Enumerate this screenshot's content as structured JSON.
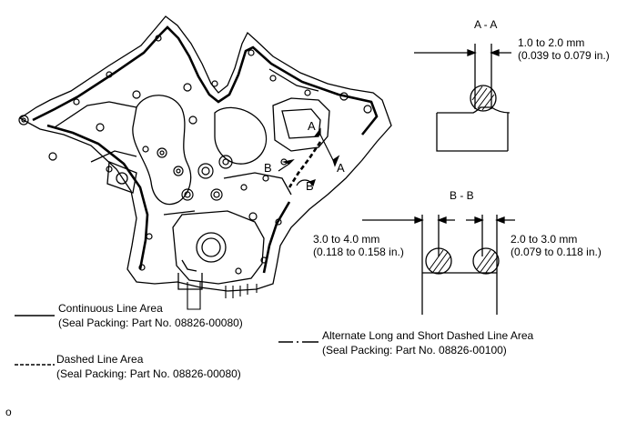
{
  "section_aa": {
    "title": "A - A",
    "dim_mm": "1.0 to 2.0 mm",
    "dim_in": "(0.039 to 0.079 in.)"
  },
  "section_bb": {
    "title": "B - B",
    "left_mm": "3.0 to 4.0 mm",
    "left_in": "(0.118 to 0.158 in.)",
    "right_mm": "2.0 to 3.0 mm",
    "right_in": "(0.079 to 0.118 in.)"
  },
  "markers": {
    "a_upper": "A",
    "a_lower": "A",
    "b_left": "B",
    "b_right": "B"
  },
  "legend": {
    "continuous": {
      "title": "Continuous Line Area",
      "part": "(Seal Packing: Part No. 08826-00080)",
      "line_style": "solid"
    },
    "dashed": {
      "title": "Dashed Line Area",
      "part": "(Seal Packing: Part No. 08826-00080)",
      "line_style": "dashed"
    },
    "alternate": {
      "title": "Alternate Long and Short Dashed Line Area",
      "part": "(Seal Packing: Part No. 08826-00100)",
      "line_style": "dash-dot"
    }
  },
  "footer_mark": "o"
}
